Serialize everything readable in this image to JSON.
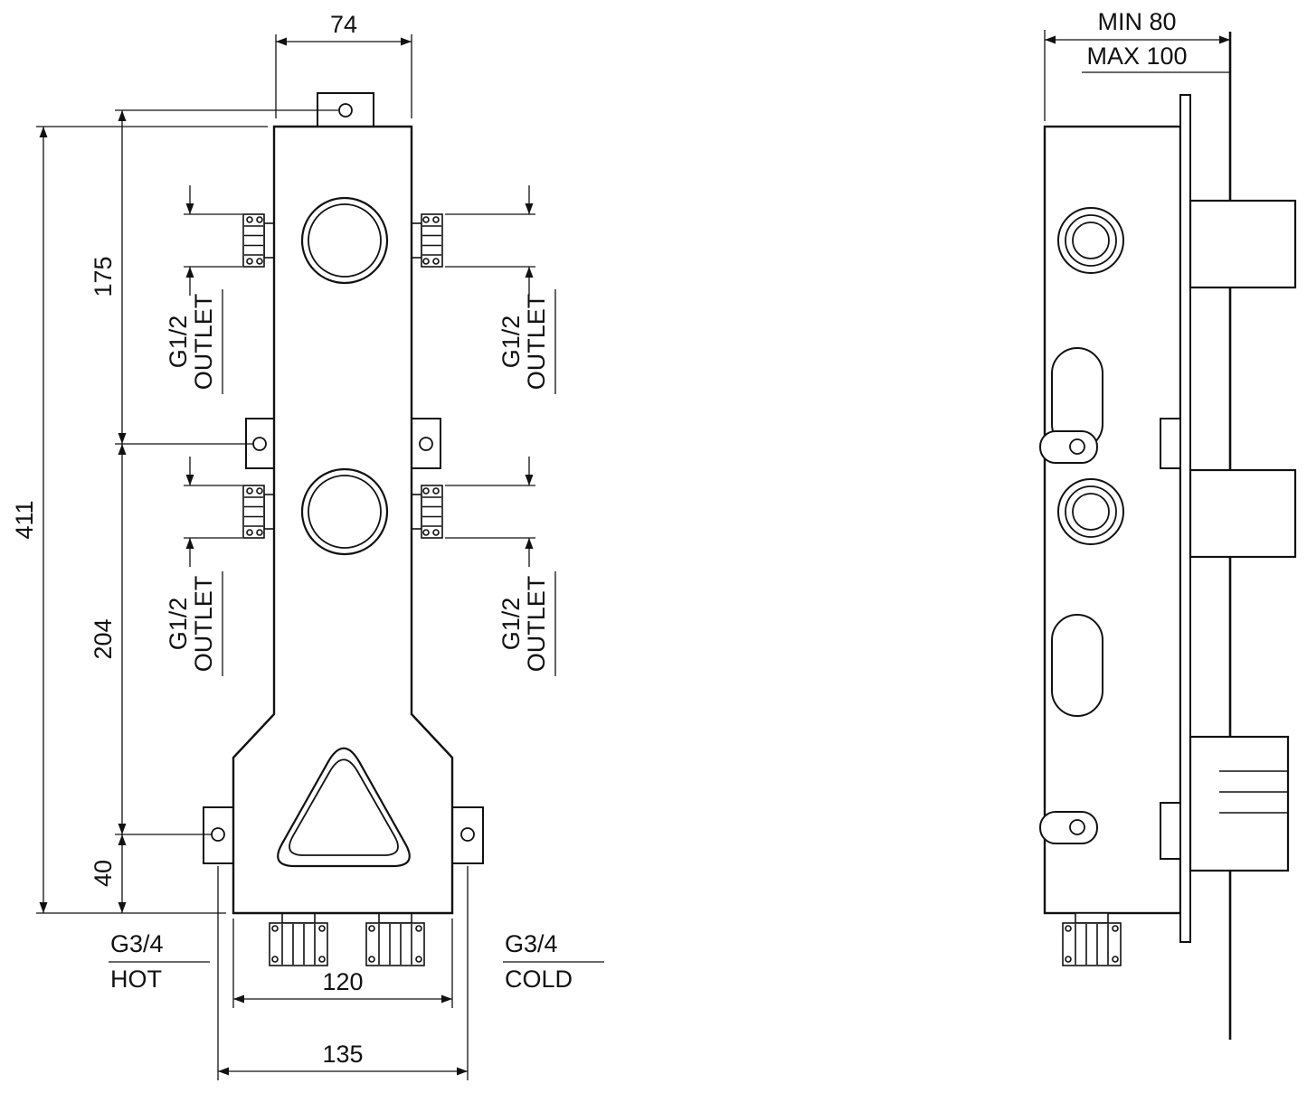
{
  "front_view": {
    "dims": {
      "top_width": "74",
      "total_height": "411",
      "upper_hole_pitch": "175",
      "lower_hole_pitch": "204",
      "bottom_offset": "40",
      "inlet_span": "120",
      "mount_span": "135"
    },
    "outlet": {
      "thread": "G1/2",
      "label": "OUTLET"
    },
    "hot": {
      "thread": "G3/4",
      "label": "HOT"
    },
    "cold": {
      "thread": "G3/4",
      "label": "COLD"
    }
  },
  "side_view": {
    "depth_min": "MIN 80",
    "depth_max": "MAX 100"
  },
  "colors": {
    "line": "#111111",
    "background": "#ffffff"
  }
}
